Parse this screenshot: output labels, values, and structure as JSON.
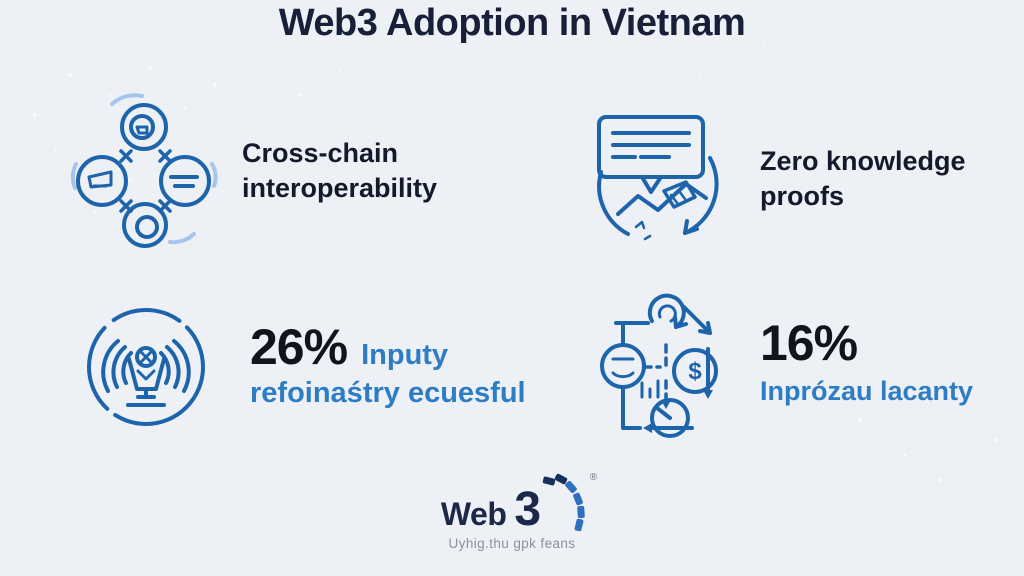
{
  "page": {
    "title": "Web3 Adoption in Vietnam"
  },
  "features": [
    {
      "name": "cross-chain-interoperability",
      "icon": "cross-chain-nodes-icon",
      "line1": "Cross-chain",
      "line2": "interoperability"
    },
    {
      "name": "zero-knowledge-proofs",
      "icon": "speech-bubble-cycle-icon",
      "line1": "Zero knowledge",
      "line2": "proofs"
    }
  ],
  "stats": [
    {
      "name": "inputy-refoinastry",
      "icon": "broadcast-beacon-icon",
      "percent": "26%",
      "caption_inline": "Inputy",
      "caption_line2": "refoinaśtry ecuesful"
    },
    {
      "name": "inprozau-lacanty",
      "icon": "workflow-cycle-icon",
      "percent": "16%",
      "caption_line2": "Inprózau lacanty"
    }
  ],
  "footer": {
    "logo_web": "Web",
    "logo_three": "3",
    "registered_mark": "®",
    "tagline": "Uyhig.thu gpk feans"
  },
  "icons": {
    "dollar_glyph": "$"
  },
  "colors": {
    "background": "#edf0f5",
    "title_text": "#182039",
    "feature_text": "#131a2c",
    "percent_text": "#10141d",
    "accent_blue_text": "#2e7cc3",
    "icon_stroke": "#1e64ab",
    "icon_stroke_light": "#a5c6ea",
    "logo_navy": "#1d2849",
    "logo_dash_blue": "#2e6fc0",
    "tagline_gray": "#8b919e"
  }
}
